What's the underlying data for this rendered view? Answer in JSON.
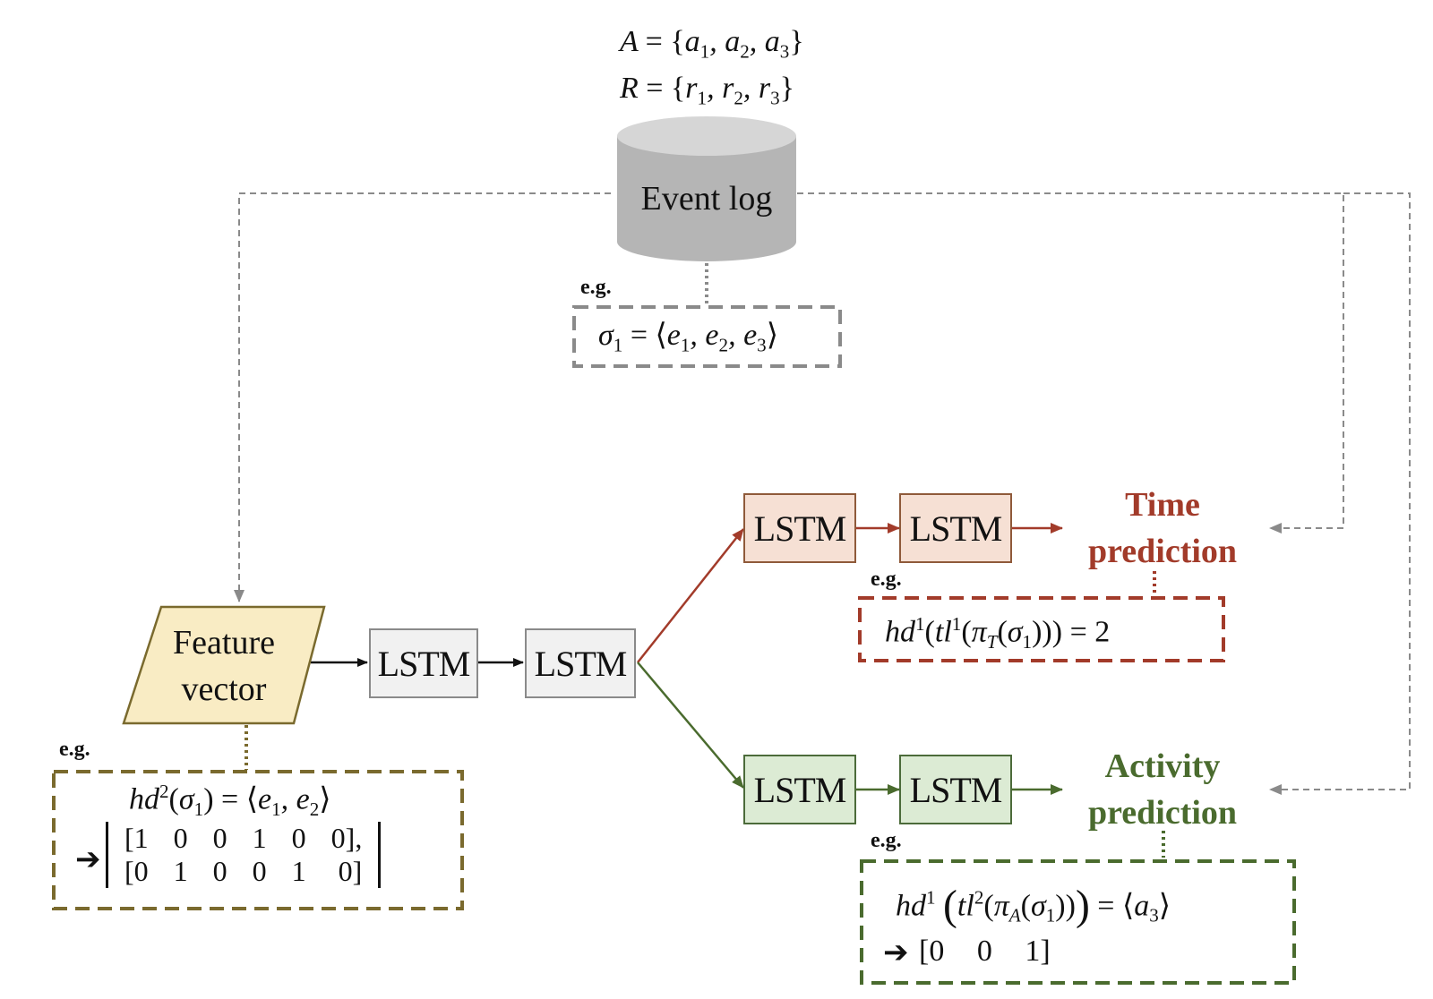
{
  "sets": {
    "activities_line": "A = {a1, a2, a3}",
    "resources_line": "R = {r1, r2, r3}"
  },
  "event_log": {
    "label": "Event log"
  },
  "trace_example": {
    "eg_label": "e.g.",
    "text": "σ1 = ⟨e1, e2, e3⟩"
  },
  "feature_vector": {
    "line1": "Feature",
    "line2": "vector",
    "eg_label": "e.g.",
    "prefix_text": "hd2(σ1) = ⟨e1, e2⟩",
    "arrow": "➔",
    "matrix_rows": [
      [
        "[1",
        "0",
        "0",
        "1",
        "0",
        "0],"
      ],
      [
        "[0",
        "1",
        "0",
        "0",
        "1",
        "0]"
      ]
    ]
  },
  "shared_lstm": [
    "LSTM",
    "LSTM"
  ],
  "time_branch": {
    "lstm": [
      "LSTM",
      "LSTM"
    ],
    "label_line1": "Time",
    "label_line2": "prediction",
    "eg_label": "e.g.",
    "example": "hd1(tl1(πT(σ1))) = 2",
    "color": "#a23b2a"
  },
  "activity_branch": {
    "lstm": [
      "LSTM",
      "LSTM"
    ],
    "label_line1": "Activity",
    "label_line2": "prediction",
    "eg_label": "e.g.",
    "example": "hd1(tl2(πA(σ1))) = ⟨a3⟩",
    "arrow": "➔",
    "vector": [
      "[0",
      "0",
      "1]"
    ],
    "color": "#4a6b2e"
  }
}
